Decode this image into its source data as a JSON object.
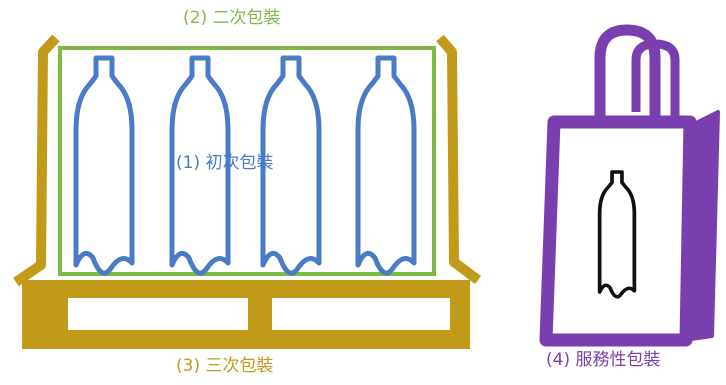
{
  "labels": {
    "secondary": "(2) 二次包裝",
    "primary": "(1) 初次包裝",
    "tertiary": "(3) 三次包裝",
    "service": "(4) 服務性包裝"
  },
  "colors": {
    "secondary": "#7dbb45",
    "primary": "#4a7bc6",
    "tertiary": "#c19a1a",
    "service": "#7a3fae",
    "bottle_in_bag": "#111111"
  },
  "primary_bottle_count": 4,
  "icons": [
    "pallet-icon",
    "bottle-icon",
    "shopping-bag-icon"
  ]
}
